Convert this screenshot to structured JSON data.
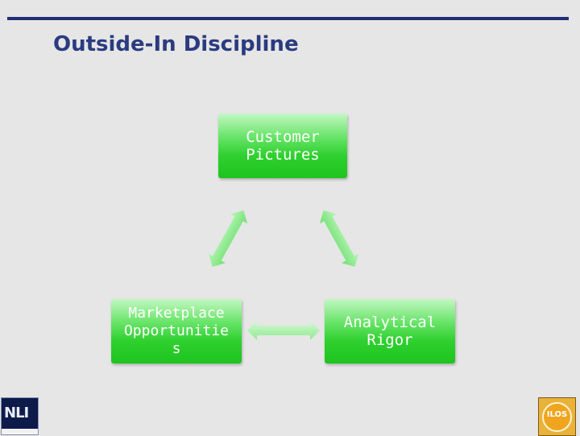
{
  "slide": {
    "title": "Outside-In Discipline"
  },
  "diagram": {
    "nodes": {
      "customer": "Customer\nPictures",
      "marketplace": "Marketplace\nOpportunitie\ns",
      "analytical": "Analytical\nRigor"
    },
    "arrow_color": "#8ff08f"
  },
  "logos": {
    "left": "NLI",
    "right": "ILOS"
  },
  "colors": {
    "title": "#2a3b80",
    "rule": "#1f2f78",
    "box_green": "#2fd02f",
    "background": "#e6e6e6"
  }
}
